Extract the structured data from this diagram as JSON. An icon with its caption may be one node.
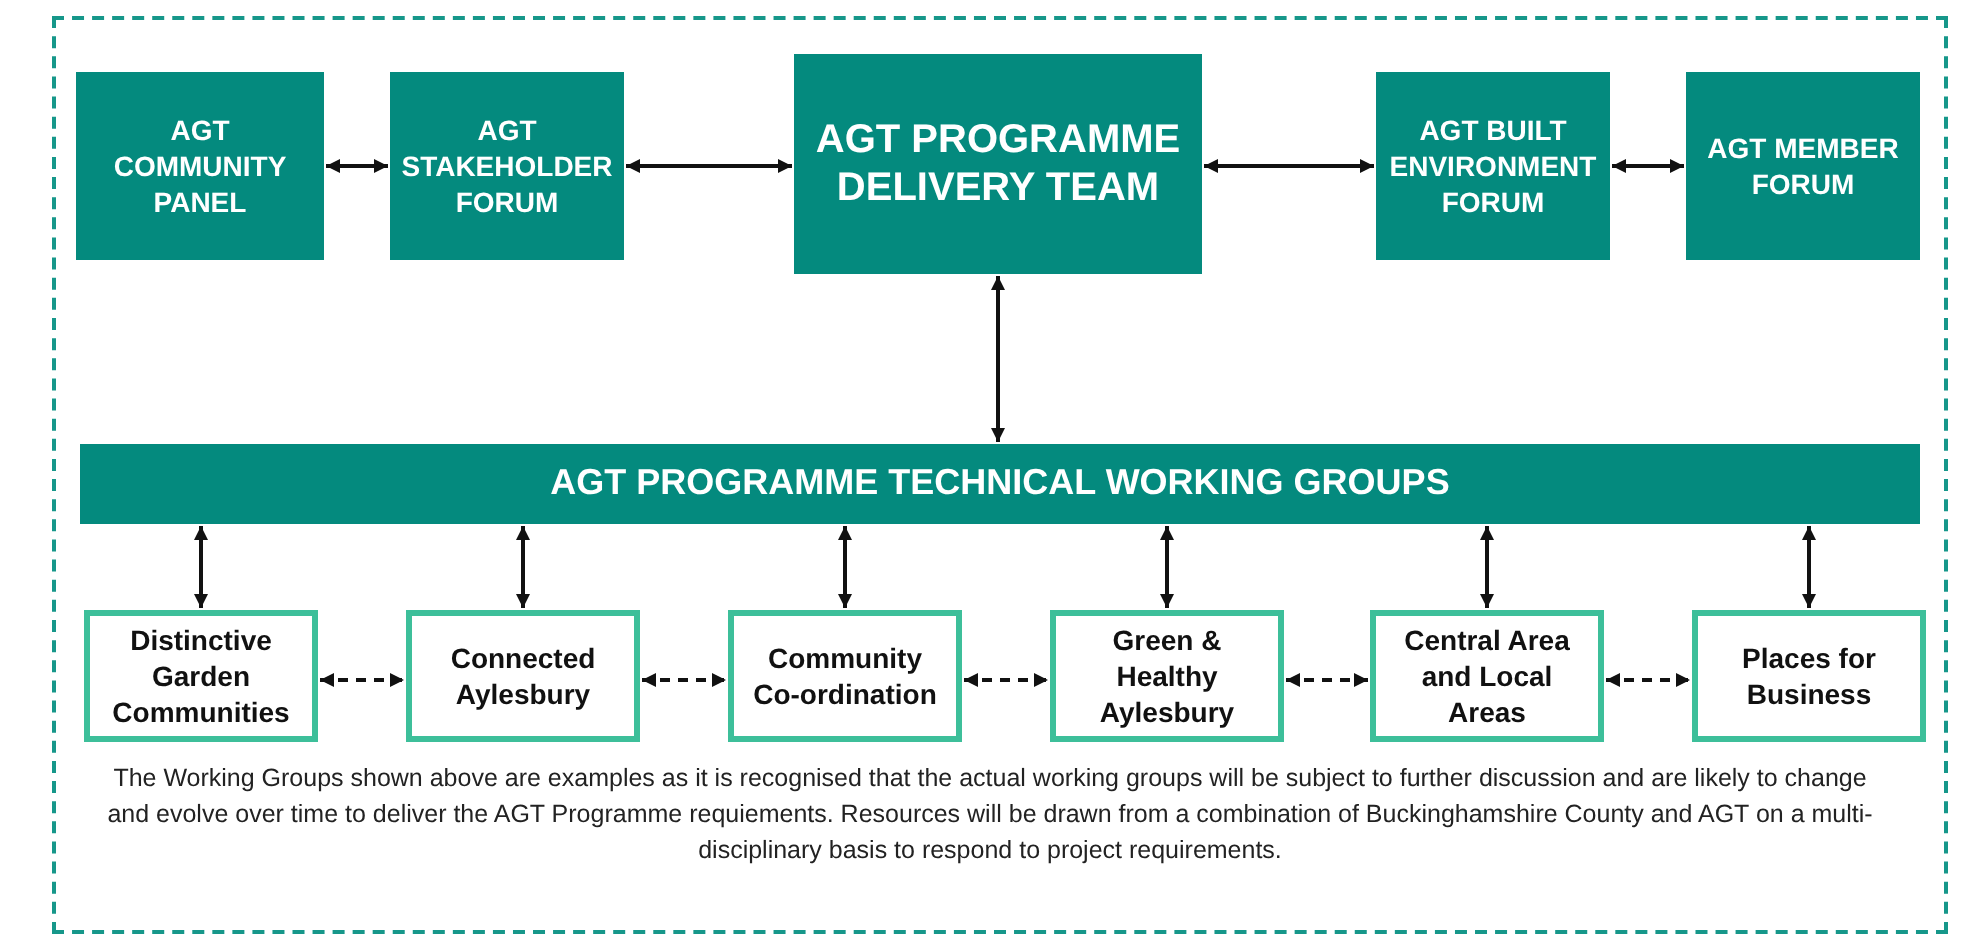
{
  "diagram": {
    "caption": "The Working Groups shown above are examples as it is recognised that the actual working groups will be subject to further discussion and are likely to change and evolve over time to deliver the AGT Programme requiements. Resources will be drawn from  a combination of Buckinghamshire County and AGT on a multi-disciplinary basis to respond to project requirements.",
    "nodes": [
      {
        "text": [
          "AGT COMMUNITY PANEL"
        ]
      },
      {
        "text": [
          "AGT STAKEHOLDER FORUM"
        ]
      },
      {
        "text": [
          "AGT PROGRAMME DELIVERY TEAM"
        ]
      },
      {
        "text": [
          "AGT BUILT ENVIRONMENT FORUM"
        ]
      },
      {
        "text": [
          "AGT MEMBER FORUM"
        ]
      },
      {
        "text": [
          "AGT PROGRAMME TECHNICAL WORKING GROUPS"
        ]
      },
      {
        "text": [
          "Distinctive Garden Communities"
        ]
      },
      {
        "text": [
          "Connected Aylesbury"
        ]
      },
      {
        "text": [
          "Community Co-ordination"
        ]
      },
      {
        "text": [
          "Green & Healthy Aylesbury"
        ]
      },
      {
        "text": [
          "Central Area and Local Areas"
        ]
      },
      {
        "text": [
          "Places for Business"
        ]
      }
    ],
    "edges": [
      {
        "from": 0,
        "to": 1,
        "arrow": "both"
      },
      {
        "from": 1,
        "to": 2,
        "arrow": "both"
      },
      {
        "from": 2,
        "to": 3,
        "arrow": "both"
      },
      {
        "from": 3,
        "to": 4,
        "arrow": "both"
      },
      {
        "from": 2,
        "to": 5,
        "arrow": "both"
      },
      {
        "from": 5,
        "to": 6,
        "arrow": "both"
      },
      {
        "from": 5,
        "to": 7,
        "arrow": "both"
      },
      {
        "from": 5,
        "to": 8,
        "arrow": "both"
      },
      {
        "from": 5,
        "to": 9,
        "arrow": "both"
      },
      {
        "from": 5,
        "to": 10,
        "arrow": "both"
      },
      {
        "from": 5,
        "to": 11,
        "arrow": "both"
      },
      {
        "from": 6,
        "to": 7,
        "arrow": "both",
        "style": "dashed"
      },
      {
        "from": 7,
        "to": 8,
        "arrow": "both",
        "style": "dashed"
      },
      {
        "from": 8,
        "to": 9,
        "arrow": "both",
        "style": "dashed"
      },
      {
        "from": 9,
        "to": 10,
        "arrow": "both",
        "style": "dashed"
      },
      {
        "from": 10,
        "to": 11,
        "arrow": "both",
        "style": "dashed"
      }
    ]
  }
}
